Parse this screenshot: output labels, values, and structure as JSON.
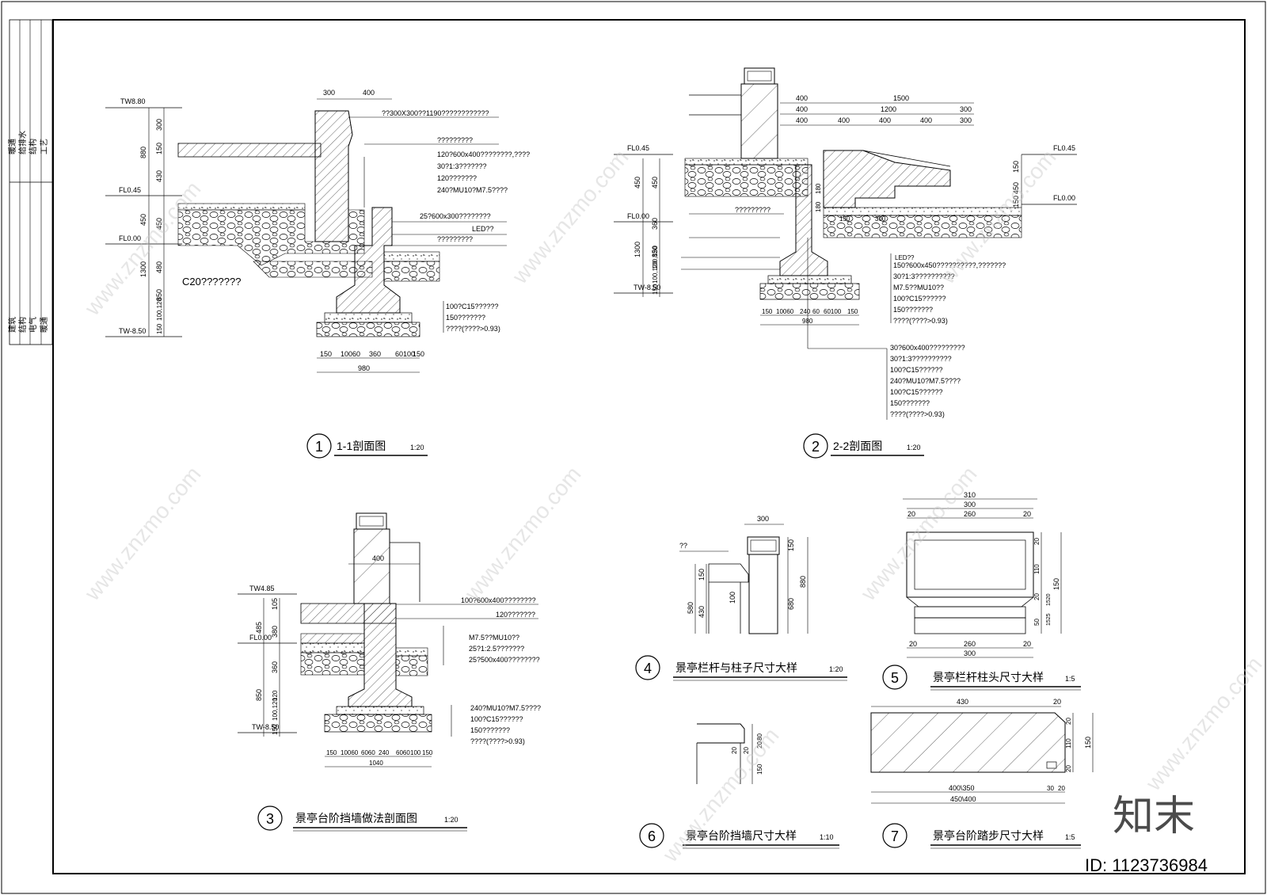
{
  "title_block": {
    "top_cells": [
      "暖通",
      "给排水",
      "结构",
      "工艺"
    ],
    "bottom_cells": [
      "建筑",
      "结构",
      "电气",
      "暖通"
    ]
  },
  "watermark": {
    "site": "www.znzmo.com",
    "logo": "知末",
    "id_text": "ID: 1123736984"
  },
  "views": [
    {
      "num": "1",
      "title": "1-1剖面图",
      "scale": "1:20"
    },
    {
      "num": "2",
      "title": "2-2剖面图",
      "scale": "1:20"
    },
    {
      "num": "3",
      "title": "景亭台阶挡墙做法剖面图",
      "scale": "1:20"
    },
    {
      "num": "4",
      "title": "景亭栏杆与柱子尺寸大样",
      "scale": "1:20"
    },
    {
      "num": "5",
      "title": "景亭栏杆柱头尺寸大样",
      "scale": "1:5"
    },
    {
      "num": "6",
      "title": "景亭台阶挡墙尺寸大样",
      "scale": "1:10"
    },
    {
      "num": "7",
      "title": "景亭台阶踏步尺寸大样",
      "scale": "1:5"
    }
  ],
  "view1": {
    "levels": [
      "TW8.80",
      "FL0.45",
      "FL0.00",
      "TW-8.50"
    ],
    "left_dims_outer": [
      "880",
      "450",
      "1300"
    ],
    "left_dims_inner": [
      "300",
      "150",
      "430",
      "450",
      "480",
      "850",
      "100,120",
      "150"
    ],
    "top_dims": [
      "300",
      "400"
    ],
    "bottom_dims": [
      "150",
      "10060",
      "360",
      "60100",
      "150"
    ],
    "bottom_total": "980",
    "concrete_label": "C20???????",
    "notes_top": [
      "??300X300??1190????????????",
      "?????????",
      "120?600x400????????,????",
      "30?1:3???????",
      "120???????",
      "240?MU10?M7.5????"
    ],
    "notes_mid": [
      "25?600x300????????",
      "LED??",
      "?????????"
    ],
    "notes_bottom": [
      "100?C15??????",
      "150???????",
      "????(????>0.93)"
    ]
  },
  "view2": {
    "levels": [
      "FL0.45",
      "FL0.00",
      "TW-8.50"
    ],
    "right_levels": [
      "FL0.45",
      "FL0.00"
    ],
    "left_dims_outer": [
      "450",
      "1300"
    ],
    "left_dims_inner": [
      "450",
      "360",
      "850",
      "100,120",
      "100,120",
      "150"
    ],
    "top_dims_row1": [
      "400",
      "1500"
    ],
    "top_dims_row2": [
      "400",
      "1200",
      "300"
    ],
    "top_dims_row3": [
      "400",
      "400",
      "400",
      "400",
      "300"
    ],
    "right_dims": [
      "150",
      "450",
      "150"
    ],
    "step_dims": [
      "180",
      "180",
      "150",
      "300"
    ],
    "bottom_dims": [
      "150",
      "10060",
      "240",
      "60",
      "60100",
      "150"
    ],
    "bottom_total": "980",
    "inner_label": "?????????",
    "led_label": "LED??",
    "notes_right": [
      "150?600x450??????????,???????",
      "30?1:3??????????",
      "M7.5??MU10??",
      "100?C15??????",
      "150???????",
      "????(????>0.93)"
    ],
    "notes_bottom": [
      "30?600x400?????????",
      "30?1:3??????????",
      "100?C15??????",
      "240?MU10?M7.5????",
      "100?C15??????",
      "150???????",
      "????(????>0.93)"
    ]
  },
  "view3": {
    "levels": [
      "TW4.85",
      "FL0.00",
      "TW-8.50"
    ],
    "left_dims_outer": [
      "485",
      "850"
    ],
    "left_dims_inner": [
      "105",
      "380",
      "360",
      "120",
      "100,120",
      "150"
    ],
    "top_dim": "400",
    "bottom_dims": [
      "150",
      "10060",
      "6060",
      "240",
      "6060",
      "100",
      "150"
    ],
    "bottom_total": "1040",
    "notes_top": [
      "100?600x400????????",
      "120???????",
      "M7.5??MU10??",
      "25?1:2.5???????",
      "25?500x400????????"
    ],
    "notes_bottom": [
      "240?MU10?M7.5????",
      "100?C15??????",
      "150???????",
      "????(????>0.93)"
    ]
  },
  "view4": {
    "label": "??",
    "top_dim": "300",
    "left_dims": [
      "150",
      "430"
    ],
    "left_total": "580",
    "mid_dim": "100",
    "right_dims": [
      "150",
      "680"
    ],
    "right_total": "880"
  },
  "view5": {
    "top_dims_row1": [
      "310"
    ],
    "top_dims_row2": [
      "300"
    ],
    "top_dims_row3": [
      "20",
      "260",
      "20"
    ],
    "right_dims": [
      "20",
      "110",
      "20",
      "50"
    ],
    "right_total": "150",
    "right_small": [
      "1525",
      "1520"
    ],
    "bottom_dims": [
      "20",
      "260",
      "20"
    ],
    "bottom_total": "300"
  },
  "view6": {
    "right_dims": [
      "80",
      "20"
    ],
    "left_dims": [
      "20",
      "20"
    ],
    "bottom_dim": "150"
  },
  "view7": {
    "top_dims": [
      "430",
      "20"
    ],
    "right_dims": [
      "20",
      "110",
      "20"
    ],
    "right_total": "150",
    "bottom_dims": [
      "400\\350",
      "30",
      "20"
    ],
    "bottom_total": "450\\400"
  }
}
